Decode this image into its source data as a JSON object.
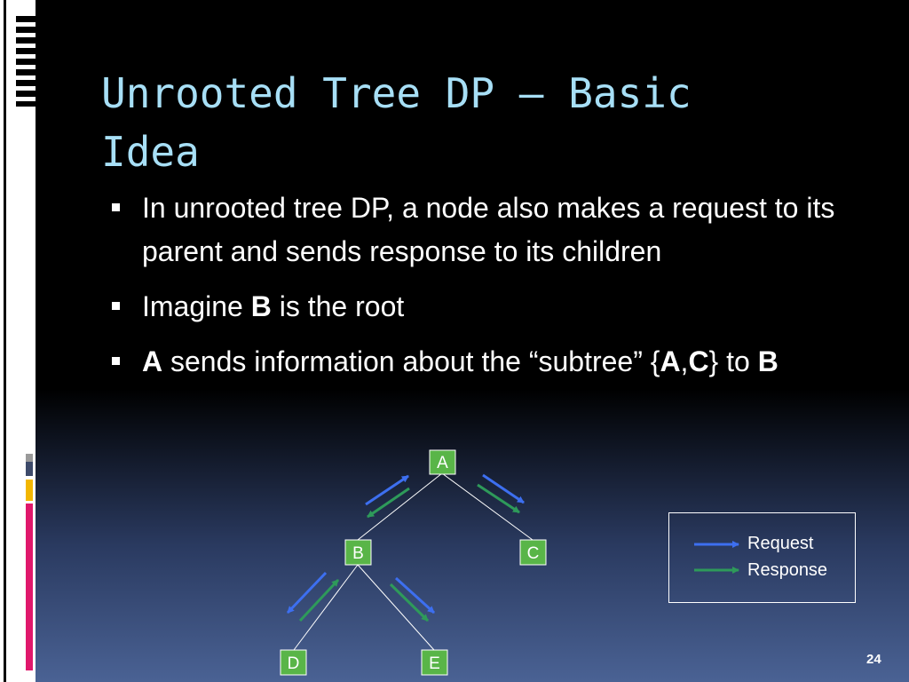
{
  "title": "Unrooted Tree DP – Basic Idea",
  "bullets": [
    {
      "parts": [
        {
          "text": "In unrooted tree DP, a node also makes a request to its parent and sends response to its children",
          "bold": false
        }
      ]
    },
    {
      "parts": [
        {
          "text": "Imagine ",
          "bold": false
        },
        {
          "text": "B",
          "bold": true
        },
        {
          "text": " is the root",
          "bold": false
        }
      ]
    },
    {
      "parts": [
        {
          "text": "A",
          "bold": true
        },
        {
          "text": " sends information about the “subtree” {",
          "bold": false
        },
        {
          "text": "A",
          "bold": true
        },
        {
          "text": ",",
          "bold": false
        },
        {
          "text": "C",
          "bold": true
        },
        {
          "text": "} to ",
          "bold": false
        },
        {
          "text": "B",
          "bold": true
        }
      ]
    }
  ],
  "tree": {
    "nodes": {
      "A": "A",
      "B": "B",
      "C": "C",
      "D": "D",
      "E": "E"
    },
    "node_color": "#59b548"
  },
  "legend": {
    "request": "Request",
    "response": "Response"
  },
  "colors": {
    "request": "#3d6ff0",
    "response": "#2e9a5a",
    "title": "#a7dff6"
  },
  "page_number": "24"
}
